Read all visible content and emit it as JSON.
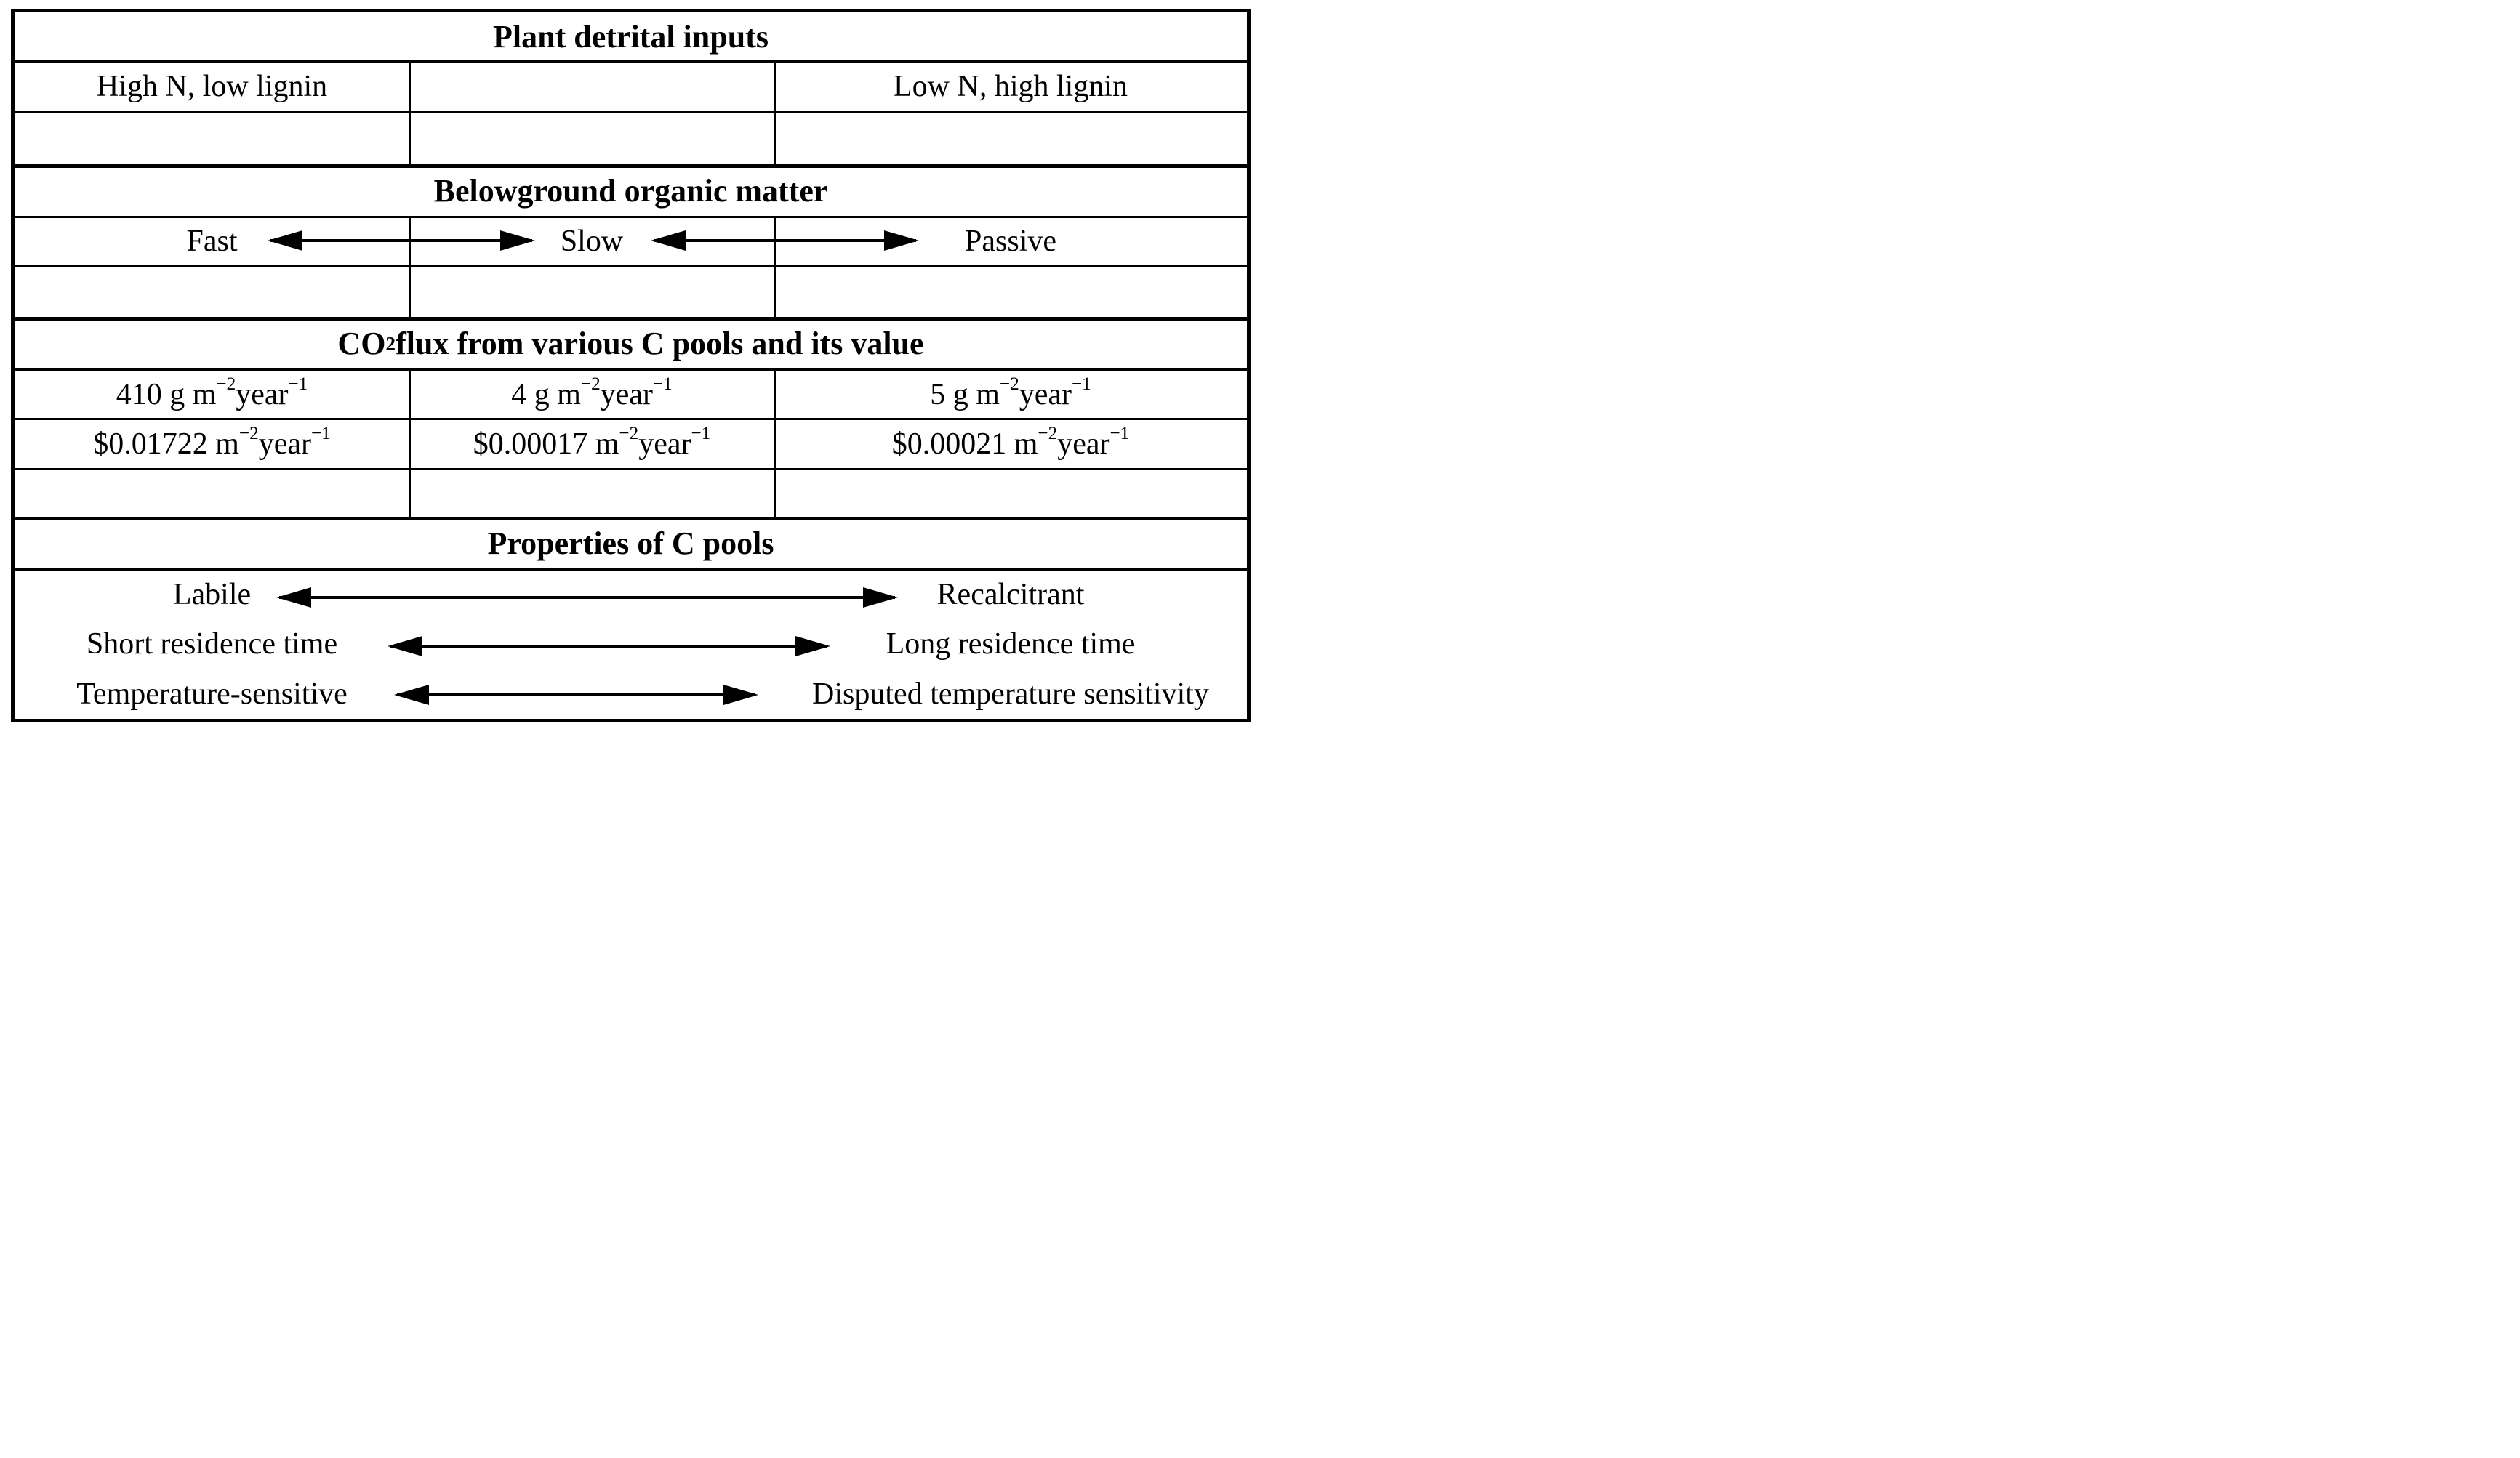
{
  "figure": {
    "background": "#ffffff",
    "line_color": "#000000"
  },
  "sections": {
    "plant_inputs": {
      "header": "Plant detrital inputs",
      "left_cell": "High N, low lignin",
      "right_cell": "Low N, high lignin"
    },
    "belowground": {
      "header": "Belowground organic matter",
      "pool_labels": [
        "Fast",
        "Slow",
        "Passive"
      ]
    },
    "co2_flux": {
      "header": "CO~2~ flux from various C pools and its value",
      "flux_values": [
        "410 g m^−2^ year^−1^",
        "4 g m^−2^ year^−1^",
        "5 g m^−2^ year^−1^"
      ],
      "dollar_values": [
        "$0.01722 m^−2^ year^−1^",
        "$0.00017 m^−2^ year^−1^",
        "$0.00021 m^−2^ year^−1^"
      ]
    },
    "properties": {
      "header": "Properties of C pools",
      "rows": [
        {
          "left": "Labile",
          "right": "Recalcitrant"
        },
        {
          "left": "Short residence time",
          "right": "Long residence time"
        },
        {
          "left": "Temperature-sensitive",
          "right": "Disputed temperature sensitivity"
        }
      ]
    }
  }
}
